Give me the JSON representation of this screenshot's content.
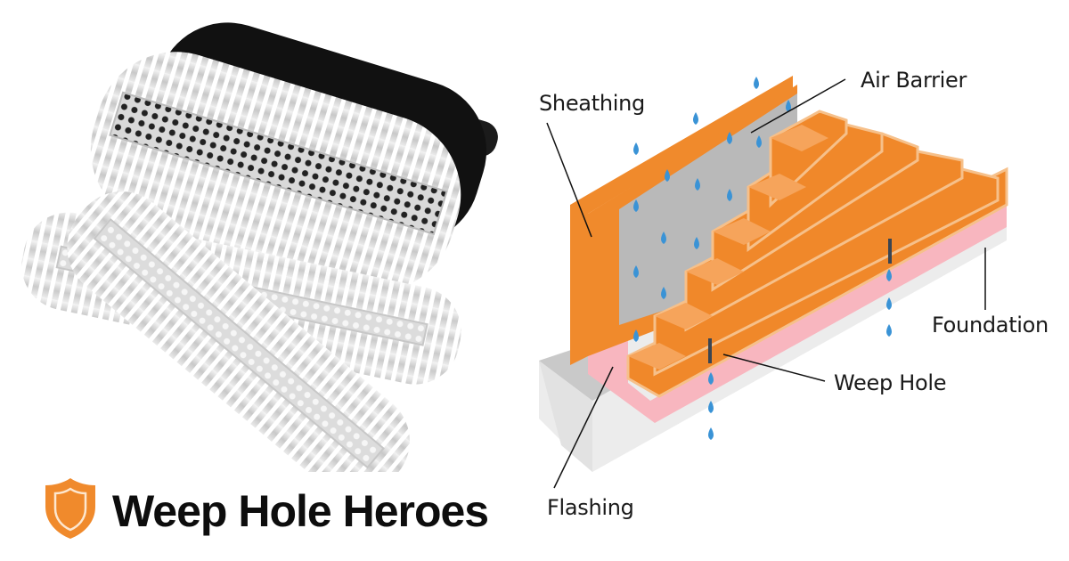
{
  "brand": {
    "name": "Weep Hole Heroes",
    "logo_icon": "shield-icon",
    "accent_color": "#f08a2c"
  },
  "product_image": {
    "subject": "stainless steel weep hole insert vents with black plastic housing",
    "icon": "weep-vent-icon"
  },
  "diagram": {
    "title_icon": "brick-wall-cross-section-icon",
    "labels": {
      "sheathing": "Sheathing",
      "air_barrier": "Air Barrier",
      "foundation": "Foundation",
      "weep_hole": "Weep Hole",
      "flashing": "Flashing"
    },
    "colors": {
      "brick": "#f0882a",
      "brick_light": "#f6a45b",
      "brick_dark": "#dd7420",
      "sheathing": "#f28a2e",
      "air_barrier": "#b9b9b9",
      "flashing": "#f8b6bf",
      "foundation": "#eeeeee",
      "water": "#3a93d6"
    }
  }
}
